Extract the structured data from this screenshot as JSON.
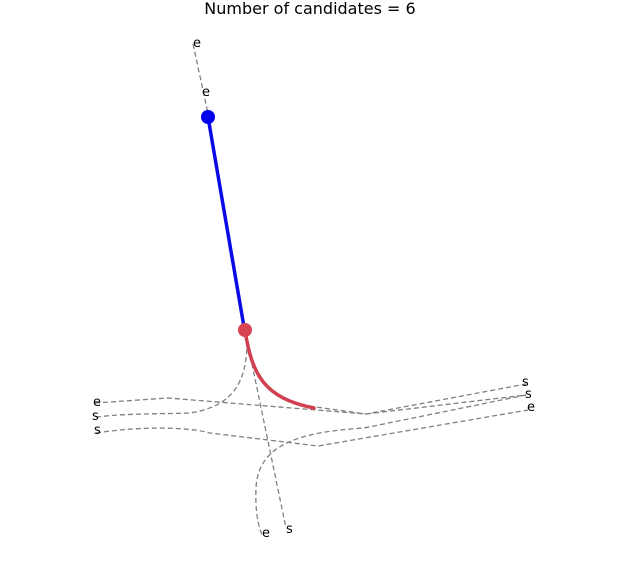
{
  "title": "Number of candidates = 6",
  "colors": {
    "candidate_line": "#808080",
    "history_track": "#0a0ae6",
    "history_marker": "#0000ee",
    "future_track": "#d04050",
    "future_marker": "#d94452",
    "background": "#ffffff"
  },
  "labels": {
    "top_far_end": "e",
    "top_near_end": "e",
    "right_top_start": "s",
    "right_mid_start": "s",
    "right_low_end": "e",
    "left_top_end": "e",
    "left_mid_start": "s",
    "left_low_start": "s",
    "bottom_left_end": "e",
    "bottom_right_start": "s"
  }
}
